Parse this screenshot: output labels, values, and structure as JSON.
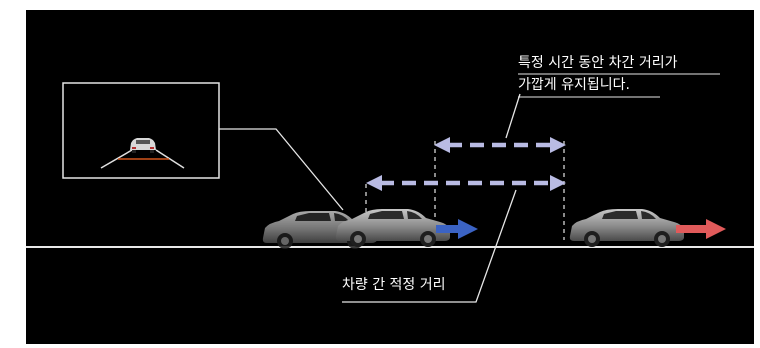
{
  "annotations": {
    "time_gap_line1": "특정 시간 동안 차간 거리가",
    "time_gap_line2": "가깝게 유지됩니다.",
    "safe_distance": "차량 간 적정 거리"
  },
  "colors": {
    "background": "#000000",
    "road_line": "#e8e8e8",
    "distance_arrow": "#b9bbe3",
    "ego_direction_arrow": "#3b63c4",
    "lead_direction_arrow": "#e05a5a",
    "car_body": "#8e8e8e",
    "inset_lane_lines": "#e0e0e0",
    "inset_warning_line": "#d2551c"
  },
  "icons": {
    "ego_vehicle": "suv-car-icon",
    "lead_vehicle": "suv-car-icon",
    "inset_vehicle": "rear-car-icon"
  }
}
